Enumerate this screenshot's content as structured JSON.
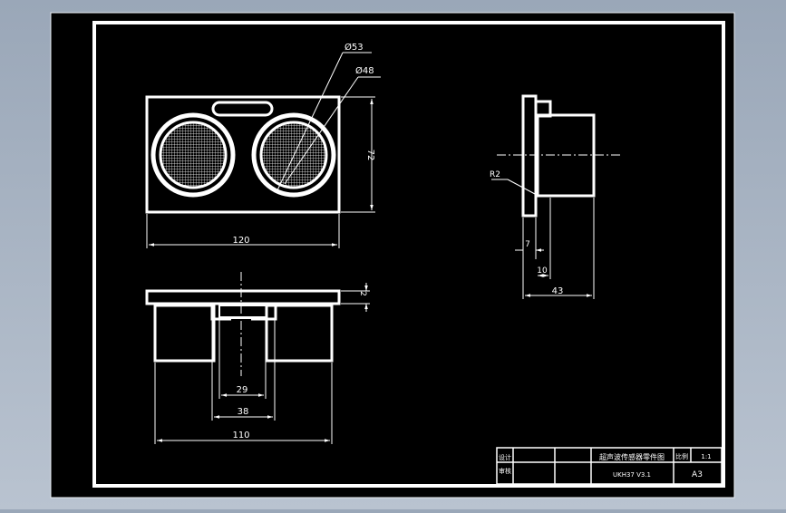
{
  "colors": {
    "background": "#000000",
    "line": "#ffffff",
    "viewport": "#a8b4c3"
  },
  "dimensions": {
    "d53": "Ø53",
    "d48": "Ø48",
    "h72": "72",
    "w120": "120",
    "t2": "2",
    "w29": "29",
    "w38": "38",
    "w110": "110",
    "r2": "R2",
    "s7": "7",
    "s10": "10",
    "s43": "43"
  },
  "title_block": {
    "label_design": "设计",
    "label_check": "审核",
    "drawing_name": "超声波传感器零件图",
    "scale_label": "比例",
    "scale_value": "1:1",
    "part_code": "UKH37 V3.1",
    "sheet_size": "A3"
  }
}
